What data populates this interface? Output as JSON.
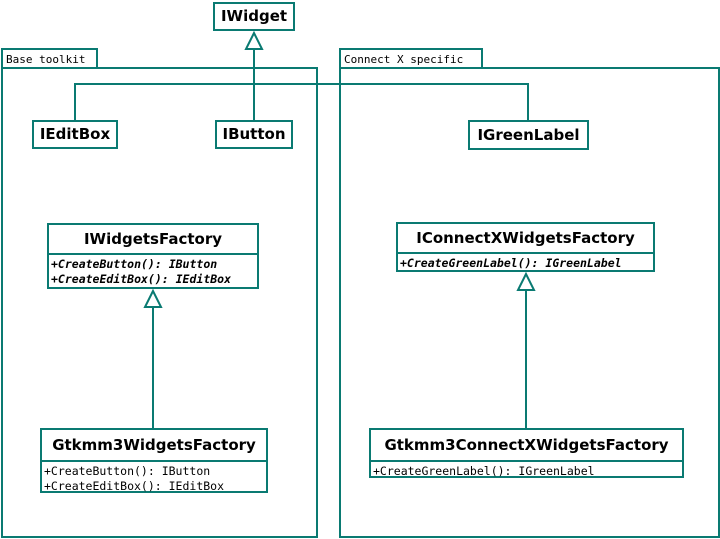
{
  "packages": {
    "base_toolkit": {
      "label": "Base toolkit"
    },
    "connect_x": {
      "label": "Connect X specific"
    }
  },
  "classes": {
    "iwidget": {
      "name": "IWidget"
    },
    "ieditbox": {
      "name": "IEditBox"
    },
    "ibutton": {
      "name": "IButton"
    },
    "igreenlabel": {
      "name": "IGreenLabel"
    },
    "iwidgetsfactory": {
      "name": "IWidgetsFactory",
      "ops": [
        "+CreateButton(): IButton",
        "+CreateEditBox(): IEditBox"
      ]
    },
    "iconnectxwidgetsfactory": {
      "name": "IConnectXWidgetsFactory",
      "ops": [
        "+CreateGreenLabel(): IGreenLabel"
      ]
    },
    "gtkmm3widgetsfactory": {
      "name": "Gtkmm3WidgetsFactory",
      "ops": [
        "+CreateButton(): IButton",
        "+CreateEditBox(): IEditBox"
      ]
    },
    "gtkmm3connectxwidgetsfactory": {
      "name": "Gtkmm3ConnectXWidgetsFactory",
      "ops": [
        "+CreateGreenLabel(): IGreenLabel"
      ]
    }
  },
  "colors": {
    "stroke": "#0a7a72",
    "background": "#ffffff",
    "text": "#000000"
  }
}
